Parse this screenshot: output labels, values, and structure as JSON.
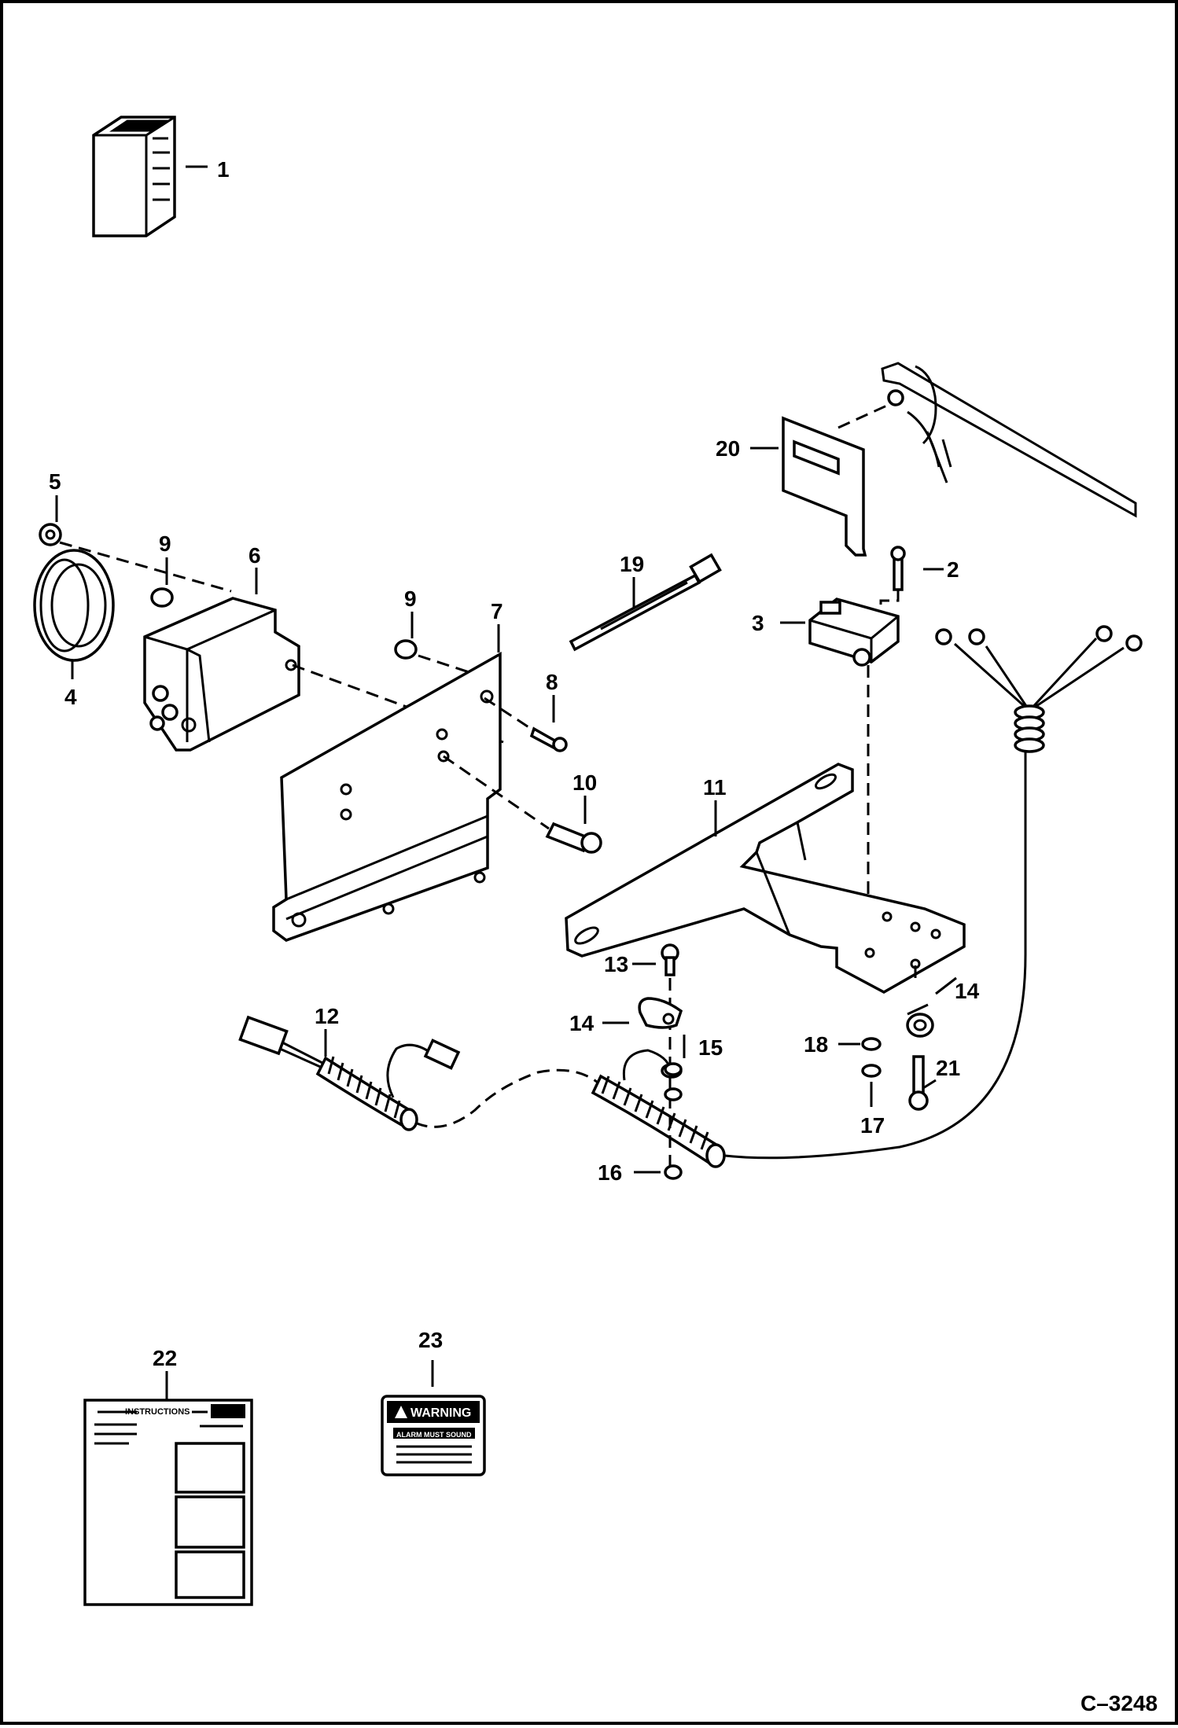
{
  "drawing": {
    "code": "C–3248",
    "callouts": [
      "1",
      "2",
      "3",
      "4",
      "5",
      "6",
      "7",
      "8",
      "9",
      "9",
      "10",
      "11",
      "12",
      "13",
      "14",
      "14",
      "15",
      "16",
      "17",
      "18",
      "19",
      "20",
      "21",
      "22",
      "23"
    ]
  },
  "decals": {
    "instructions_title": "INSTRUCTIONS",
    "warning_title": "WARNING",
    "warning_subtitle": "ALARM MUST SOUND"
  },
  "colors": {
    "ink": "#000000",
    "paper": "#ffffff"
  }
}
